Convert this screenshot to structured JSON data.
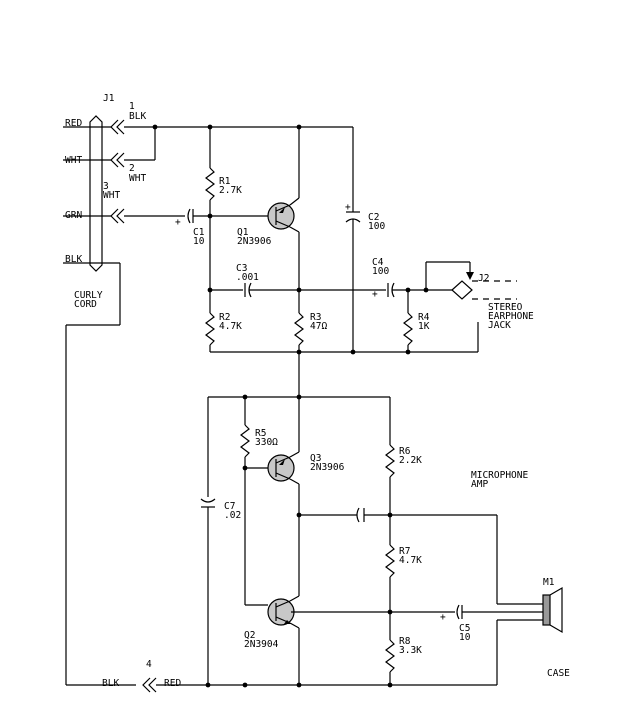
{
  "connector_j1": {
    "ref": "J1",
    "pin1": "1",
    "pin1_color": "BLK",
    "pin2": "2",
    "pin2_color": "WHT",
    "pin3": "3",
    "pin3_color": "WHT",
    "wire_red": "RED",
    "wire_wht": "WHT",
    "wire_grn": "GRN",
    "wire_blk": "BLK",
    "cord_line1": "CURLY",
    "cord_line2": "CORD"
  },
  "connector_pin4": {
    "num": "4",
    "left": "BLK",
    "right": "RED"
  },
  "components": {
    "r1": {
      "ref": "R1",
      "value": "2.7K"
    },
    "r2": {
      "ref": "R2",
      "value": "4.7K"
    },
    "r3": {
      "ref": "R3",
      "value": "47Ω"
    },
    "r4": {
      "ref": "R4",
      "value": "1K"
    },
    "r5": {
      "ref": "R5",
      "value": "330Ω"
    },
    "r6": {
      "ref": "R6",
      "value": "2.2K"
    },
    "r7": {
      "ref": "R7",
      "value": "4.7K"
    },
    "r8": {
      "ref": "R8",
      "value": "3.3K"
    },
    "c1": {
      "ref": "C1",
      "value": "10"
    },
    "c2": {
      "ref": "C2",
      "value": "100"
    },
    "c3": {
      "ref": "C3",
      "value": ".001"
    },
    "c4": {
      "ref": "C4",
      "value": "100"
    },
    "c5": {
      "ref": "C5",
      "value": "10"
    },
    "c7": {
      "ref": "C7",
      "value": ".02"
    },
    "q1": {
      "ref": "Q1",
      "part": "2N3906"
    },
    "q2": {
      "ref": "Q2",
      "part": "2N3904"
    },
    "q3": {
      "ref": "Q3",
      "part": "2N3906"
    },
    "m1": {
      "ref": "M1"
    }
  },
  "jack_j2": {
    "ref": "J2",
    "line1": "STEREO",
    "line2": "EARPHONE",
    "line3": "JACK"
  },
  "section_label": {
    "line1": "MICROPHONE",
    "line2": "AMP"
  },
  "case_label": "CASE",
  "polarity_plus": "+"
}
